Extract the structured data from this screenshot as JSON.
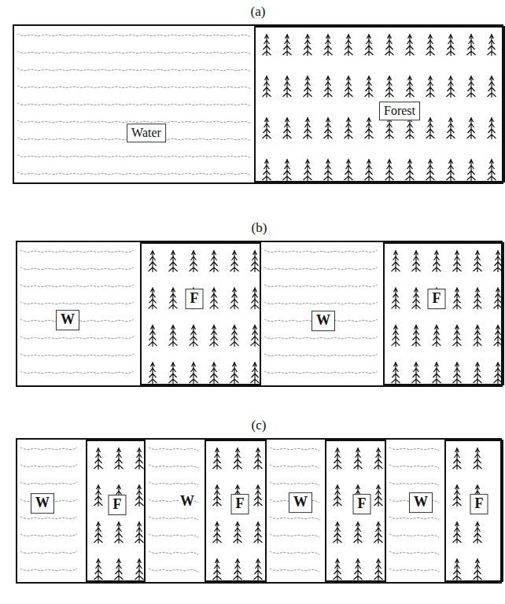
{
  "diagram": {
    "nodes": [
      {
        "text": [
          "(a)"
        ]
      },
      {
        "text": [
          "Water"
        ],
        "in": 0
      },
      {
        "text": [
          "Forest"
        ],
        "in": 0
      },
      {
        "text": [
          "(b)"
        ]
      },
      {
        "text": [
          "W"
        ],
        "in": 3
      },
      {
        "text": [
          "F"
        ],
        "in": 3
      },
      {
        "text": [
          "W"
        ],
        "in": 3
      },
      {
        "text": [
          "F"
        ],
        "in": 3
      },
      {
        "text": [
          "(c)"
        ]
      },
      {
        "text": [
          "W"
        ],
        "in": 8
      },
      {
        "text": [
          "F"
        ],
        "in": 8
      },
      {
        "text": [
          "W"
        ],
        "in": 8
      },
      {
        "text": [
          "F"
        ],
        "in": 8
      },
      {
        "text": [
          "W"
        ],
        "in": 8
      },
      {
        "text": [
          "F"
        ],
        "in": 8
      },
      {
        "text": [
          "W"
        ],
        "in": 8
      },
      {
        "text": [
          "F"
        ],
        "in": 8
      }
    ]
  }
}
